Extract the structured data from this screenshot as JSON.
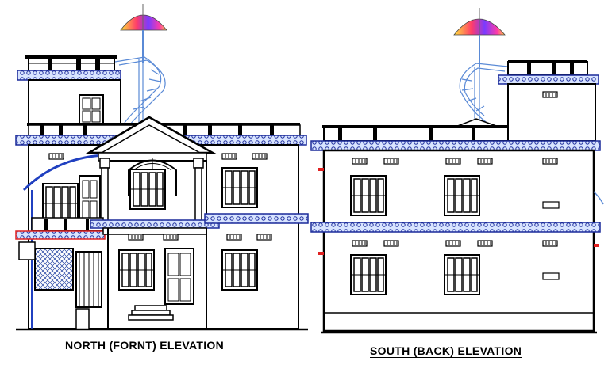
{
  "captions": {
    "north": "NORTH (FORNT) ELEVATION",
    "south": "SOUTH (BACK) ELEVATION"
  },
  "colors": {
    "line": "#000000",
    "tile_band": "#1a2a9a",
    "tile_fill": "#d8e4ff",
    "stair": "#5a8ad6",
    "red_accent": "#e02020",
    "umbrella": [
      "#ff3b3b",
      "#ffd23a",
      "#3bd94a",
      "#3aa8ff",
      "#8a3bff"
    ],
    "wall": "#ffffff"
  },
  "drawings": [
    "north-elevation",
    "south-elevation"
  ]
}
